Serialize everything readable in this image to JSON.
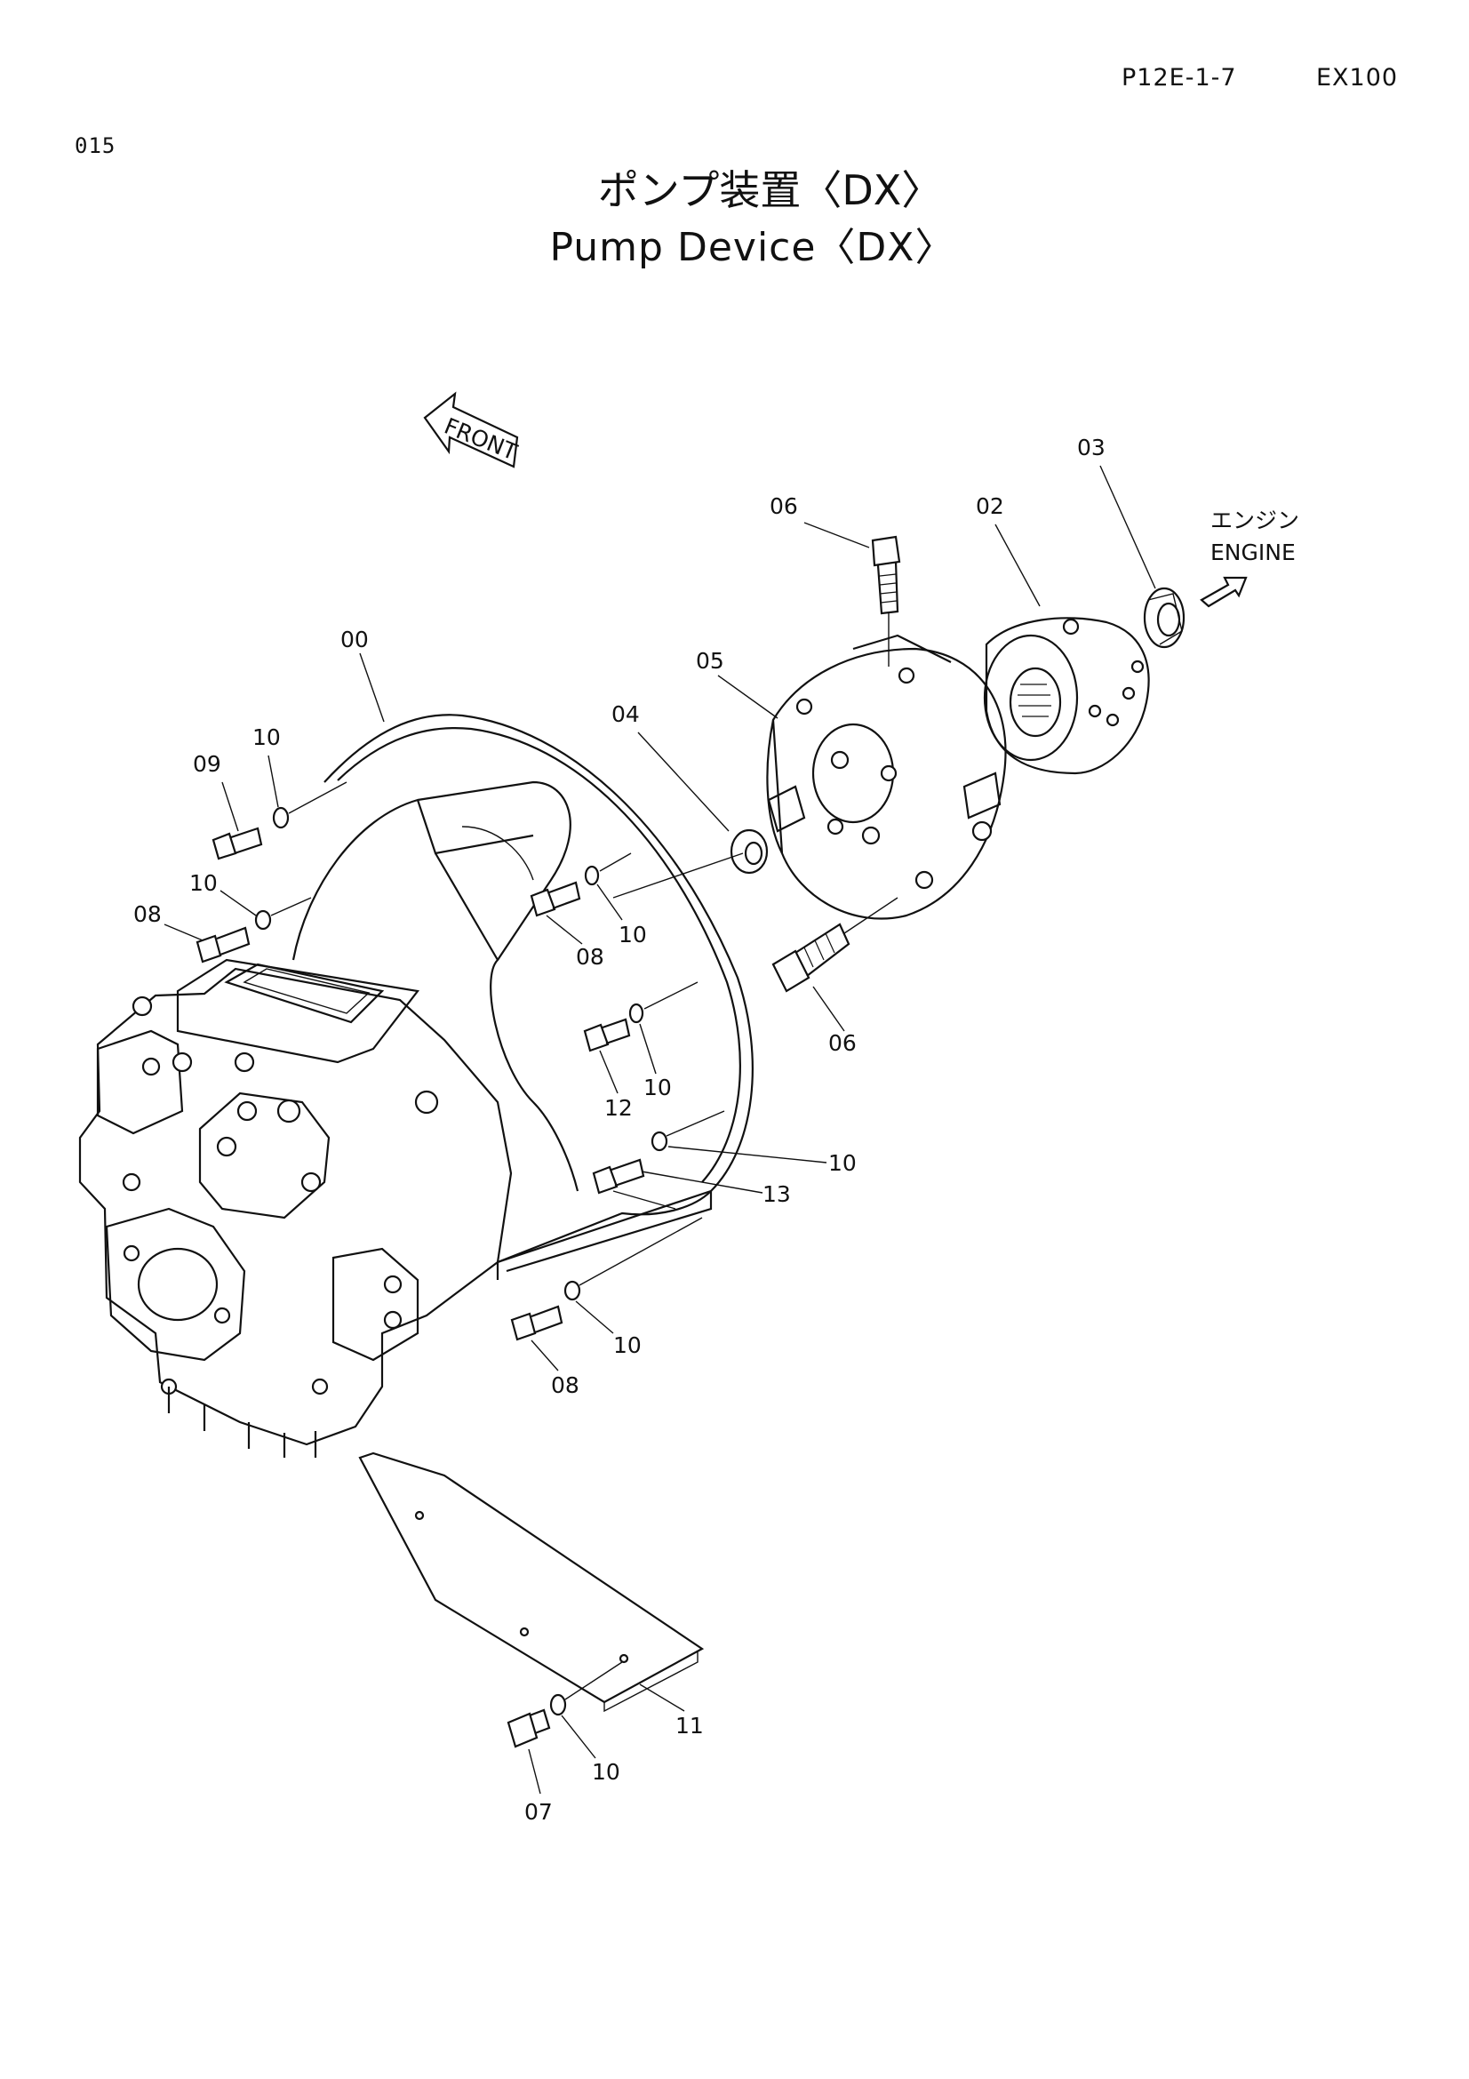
{
  "header": {
    "page_code": "P12E-1-7",
    "model": "EX100",
    "page_number": "015"
  },
  "title": {
    "japanese": "ポンプ装置〈DX〉",
    "english": "Pump Device〈DX〉"
  },
  "direction_labels": {
    "front": "FRONT",
    "engine_jp": "エンジン",
    "engine_en": "ENGINE"
  },
  "part_labels": {
    "p00": "00",
    "p02": "02",
    "p03": "03",
    "p04": "04",
    "p05": "05",
    "p06_top": "06",
    "p06_bottom": "06",
    "p07": "07",
    "p08_left": "08",
    "p08_mid": "08",
    "p08_low": "08",
    "p09": "09",
    "p10_a": "10",
    "p10_b": "10",
    "p10_c": "10",
    "p10_d": "10",
    "p10_e": "10",
    "p10_f": "10",
    "p10_g": "10",
    "p11": "11",
    "p12": "12",
    "p13": "13"
  }
}
